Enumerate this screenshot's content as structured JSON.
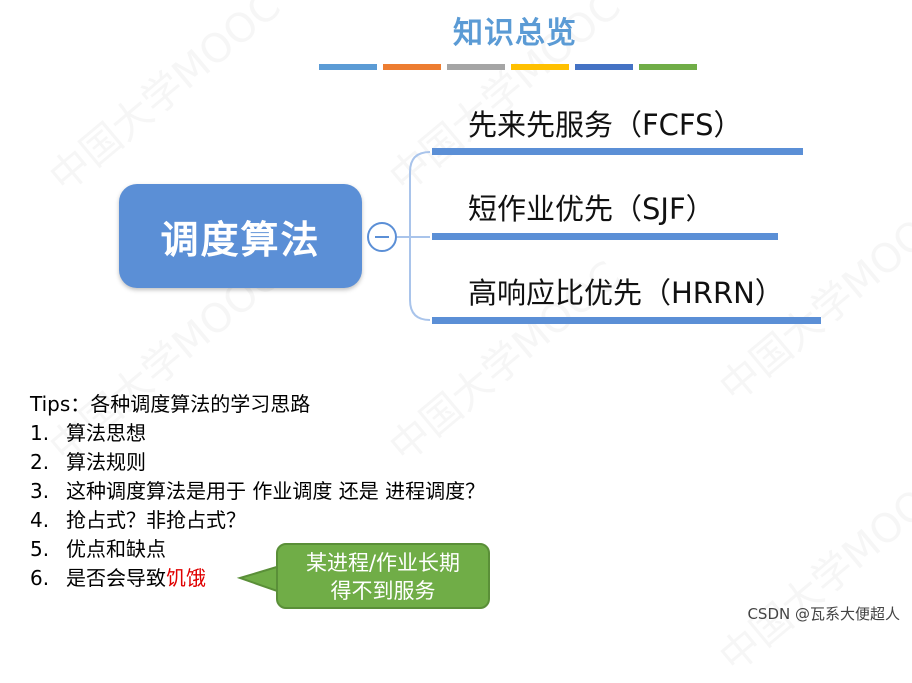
{
  "title": "知识总览",
  "accent_bars": [
    "#5b9bd5",
    "#ed7d31",
    "#a5a5a5",
    "#ffc000",
    "#4472c4",
    "#70ad47"
  ],
  "mindmap": {
    "root": "调度算法",
    "branches": [
      {
        "label": "先来先服务（FCFS）"
      },
      {
        "label": "短作业优先（SJF）"
      },
      {
        "label": "高响应比优先（HRRN）"
      }
    ],
    "node_color": "#5b8fd6"
  },
  "tips": {
    "heading": "Tips：各种调度算法的学习思路",
    "items": [
      {
        "num": "1.",
        "text": "算法思想",
        "highlight": ""
      },
      {
        "num": "2.",
        "text": "算法规则",
        "highlight": ""
      },
      {
        "num": "3.",
        "text": "这种调度算法是用于 作业调度 还是 进程调度？",
        "highlight": ""
      },
      {
        "num": "4.",
        "text": "抢占式？非抢占式？",
        "highlight": ""
      },
      {
        "num": "5.",
        "text": "优点和缺点",
        "highlight": ""
      },
      {
        "num": "6.",
        "text": "是否会导致",
        "highlight": "饥饿"
      }
    ]
  },
  "callout": {
    "line1": "某进程/作业长期",
    "line2": "得不到服务",
    "color": "#70ad47"
  },
  "credit": "CSDN @瓦系大便超人",
  "watermark": "中国大学MOOC"
}
